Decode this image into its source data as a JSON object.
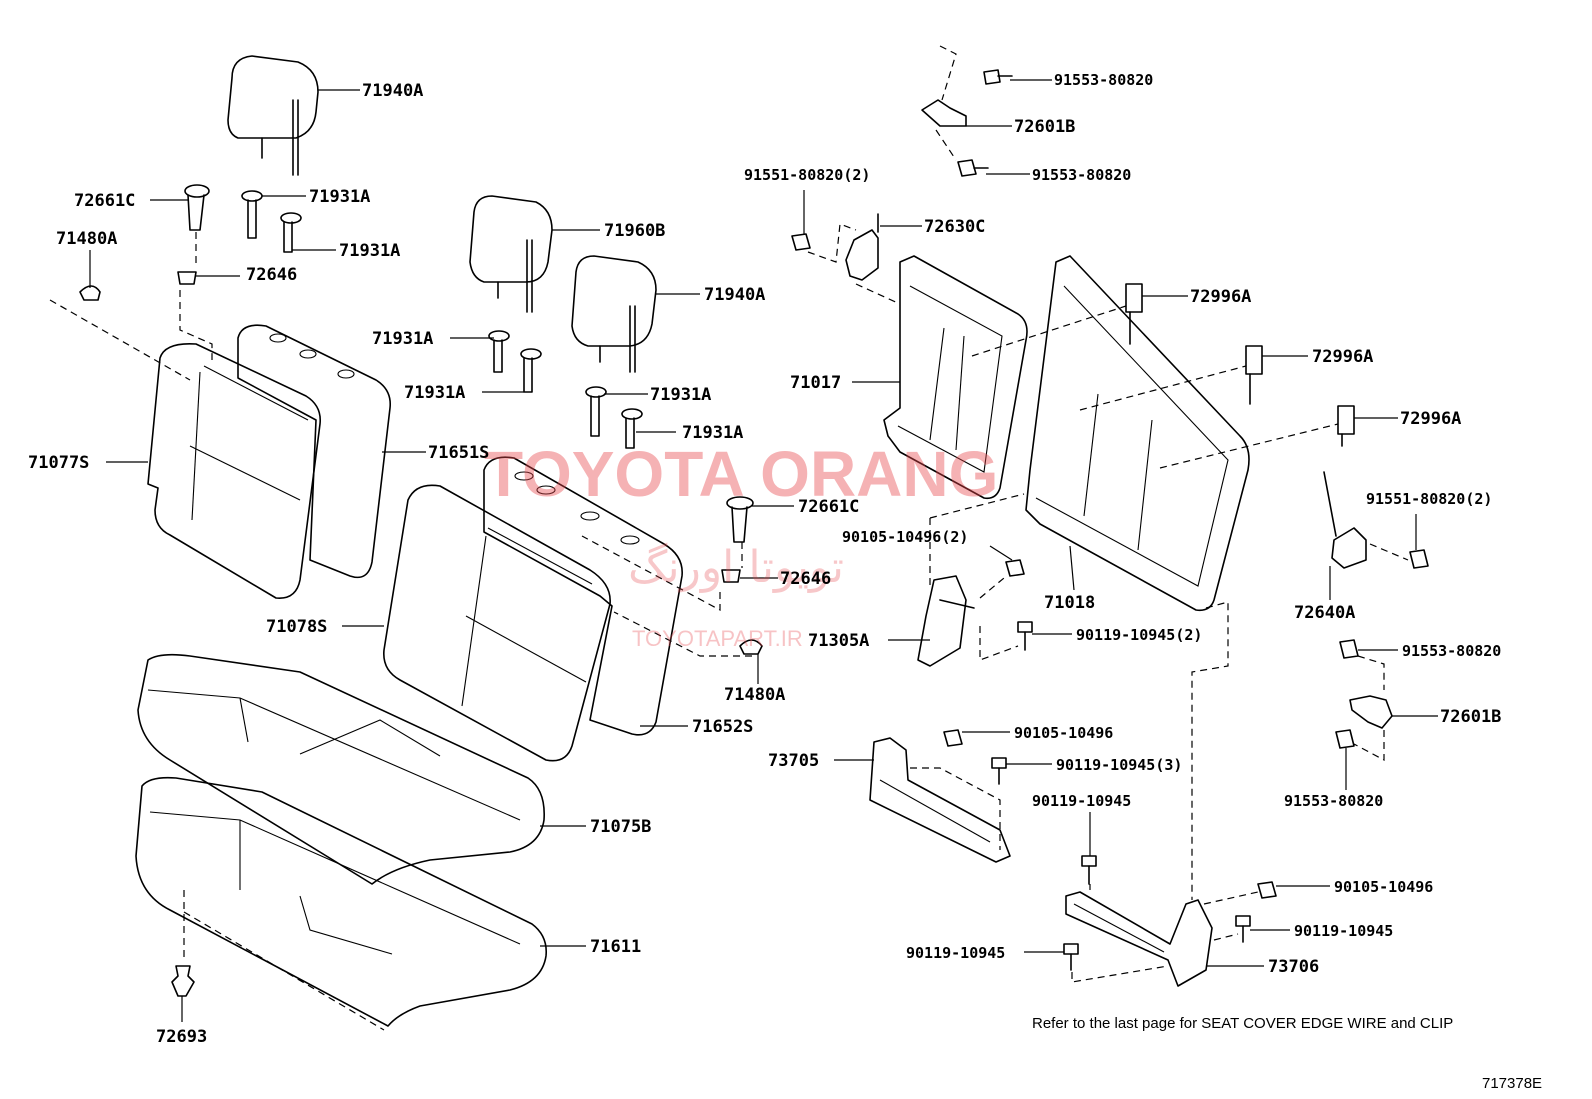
{
  "watermark": {
    "brand": "TOYOTA ORANG",
    "arabic": "تویوتا اورنگ",
    "site": "TOYOTAPART.IR"
  },
  "labels": {
    "p71940A_top": "71940A",
    "p72661C_top": "72661C",
    "p71931A_1": "71931A",
    "p71931A_2": "71931A",
    "p71480A_top": "71480A",
    "p72646_top": "72646",
    "p71960B": "71960B",
    "p71940A_mid": "71940A",
    "p71931A_3": "71931A",
    "p71931A_4": "71931A",
    "p71931A_5": "71931A",
    "p71931A_6": "71931A",
    "p71077S": "71077S",
    "p71651S": "71651S",
    "p72661C_mid": "72661C",
    "p72646_mid": "72646",
    "p71078S": "71078S",
    "p71480A_mid": "71480A",
    "p71652S": "71652S",
    "p71075B": "71075B",
    "p71611": "71611",
    "p72693": "72693",
    "b91553_top": "91553-80820",
    "p72601B_top": "72601B",
    "b91553_2": "91553-80820",
    "b91551_left": "91551-80820(2)",
    "p72630C": "72630C",
    "p72996A_1": "72996A",
    "p72996A_2": "72996A",
    "p72996A_3": "72996A",
    "p71017": "71017",
    "p71018": "71018",
    "b91551_right": "91551-80820(2)",
    "b90105_2": "90105-10496(2)",
    "p72640A": "72640A",
    "p71305A": "71305A",
    "b90119_2": "90119-10945(2)",
    "b91553_3": "91553-80820",
    "p72601B_bot": "72601B",
    "b91553_4": "91553-80820",
    "b90105_a": "90105-10496",
    "p73705": "73705",
    "b90119_3": "90119-10945(3)",
    "b90119_a": "90119-10945",
    "b90105_b": "90105-10496",
    "b90119_b": "90119-10945",
    "b90119_c": "90119-10945",
    "p73706": "73706"
  },
  "footer": {
    "note": "Refer to the last page for SEAT COVER EDGE WIRE and CLIP",
    "figure_code": "717378E"
  }
}
